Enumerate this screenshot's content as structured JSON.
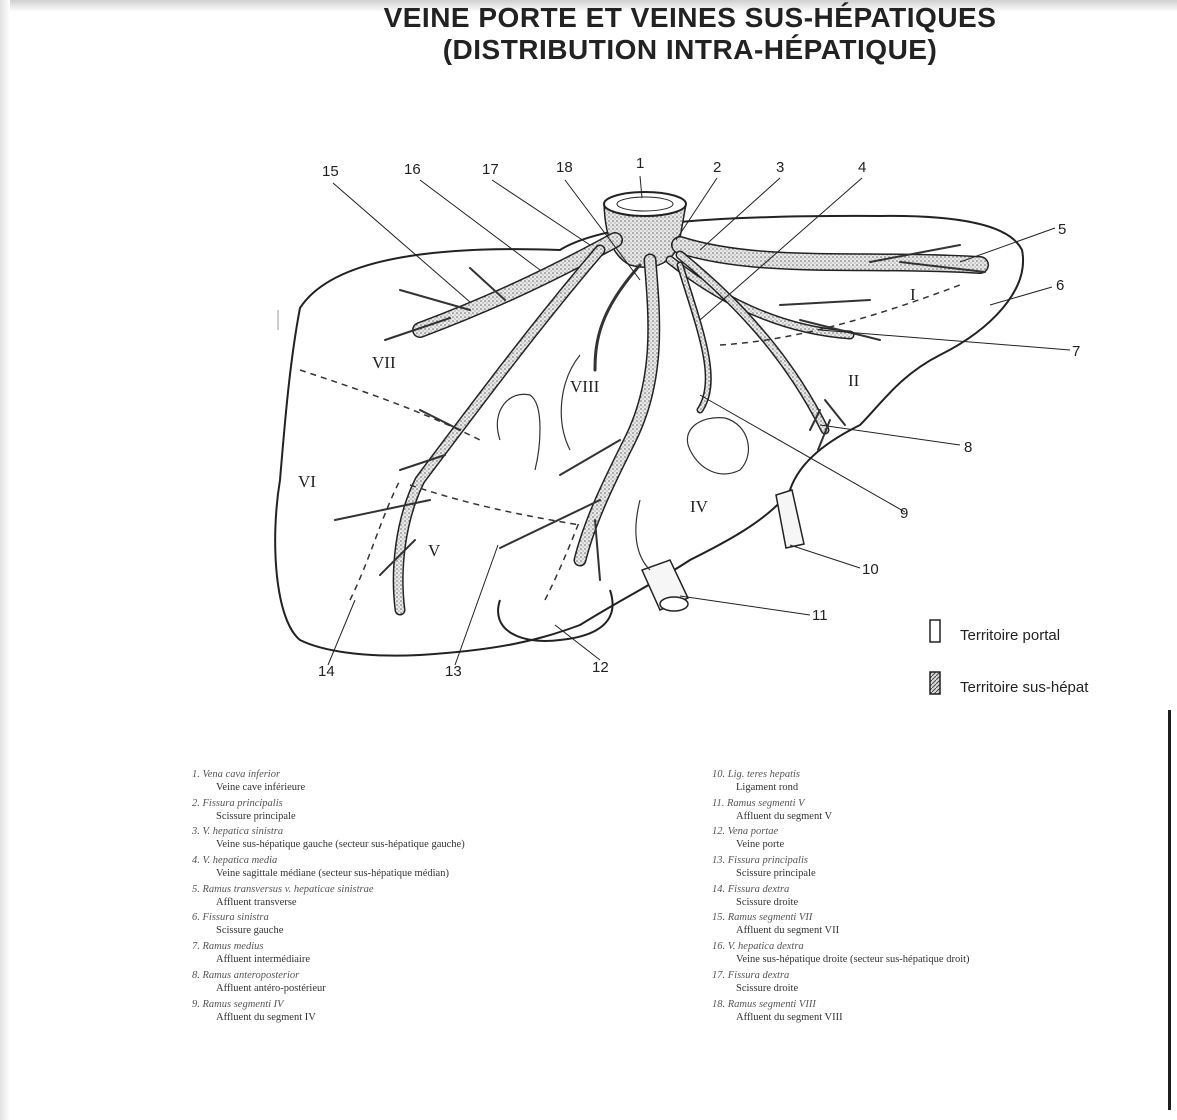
{
  "title": {
    "line1": "VEINE PORTE ET VEINES SUS-HÉPATIQUES",
    "line2": "(DISTRIBUTION INTRA-HÉPATIQUE)"
  },
  "labels": [
    "1",
    "2",
    "3",
    "4",
    "5",
    "6",
    "7",
    "8",
    "9",
    "10",
    "11",
    "12",
    "13",
    "14",
    "15",
    "16",
    "17",
    "18"
  ],
  "segments": [
    "I",
    "II",
    "IV",
    "V",
    "VI",
    "VII",
    "VIII"
  ],
  "legend": {
    "portal": "Territoire portal",
    "hepatic": "Territoire sus-hépat"
  },
  "captions_left": [
    {
      "latin": "1.  Vena cava inferior",
      "fr": "Veine cave inférieure"
    },
    {
      "latin": "2.  Fissura principalis",
      "fr": "Scissure principale"
    },
    {
      "latin": "3.  V. hepatica sinistra",
      "fr": "Veine sus-hépatique gauche (secteur sus-hépatique gauche)"
    },
    {
      "latin": "4.  V. hepatica media",
      "fr": "Veine sagittale médiane (secteur sus-hépatique médian)"
    },
    {
      "latin": "5.  Ramus transversus v. hepaticae sinistrae",
      "fr": "Affluent transverse"
    },
    {
      "latin": "6.  Fissura sinistra",
      "fr": "Scissure gauche"
    },
    {
      "latin": "7.  Ramus medius",
      "fr": "Affluent intermédiaire"
    },
    {
      "latin": "8.  Ramus anteroposterior",
      "fr": "Affluent antéro-postérieur"
    },
    {
      "latin": "9.  Ramus segmenti IV",
      "fr": "Affluent du segment IV"
    }
  ],
  "captions_right": [
    {
      "latin": "10.  Lig. teres hepatis",
      "fr": "Ligament rond"
    },
    {
      "latin": "11.  Ramus segmenti V",
      "fr": "Affluent du segment V"
    },
    {
      "latin": "12.  Vena portae",
      "fr": "Veine porte"
    },
    {
      "latin": "13.  Fissura principalis",
      "fr": "Scissure principale"
    },
    {
      "latin": "14.  Fissura dextra",
      "fr": "Scissure droite"
    },
    {
      "latin": "15.  Ramus segmenti VII",
      "fr": "Affluent du segment VII"
    },
    {
      "latin": "16.  V. hepatica dextra",
      "fr": "Veine sus-hépatique droite (secteur sus-hépatique droit)"
    },
    {
      "latin": "17.  Fissura dextra",
      "fr": "Scissure droite"
    },
    {
      "latin": "18.  Ramus segmenti VIII",
      "fr": "Affluent du segment VIII"
    }
  ]
}
